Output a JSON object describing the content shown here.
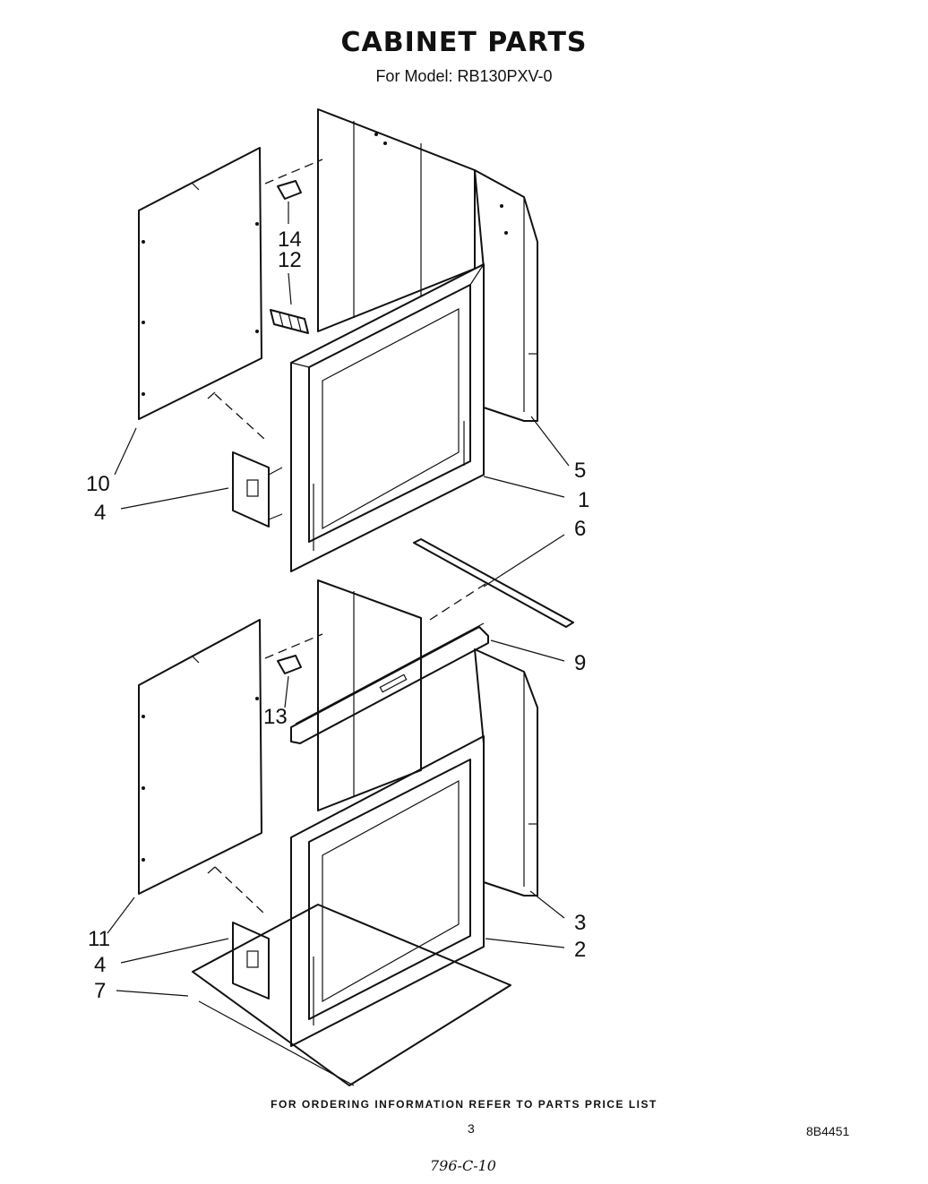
{
  "page": {
    "title": "CABINET PARTS",
    "subtitle": "For Model: RB130PXV-0",
    "footer_note": "FOR ORDERING INFORMATION REFER TO PARTS PRICE LIST",
    "page_number": "3",
    "document_number": "8B4451",
    "handwritten_note": "796-C-10"
  },
  "callouts": {
    "c1": "1",
    "c2": "2",
    "c3": "3",
    "c4_upper": "4",
    "c4_lower": "4",
    "c5": "5",
    "c6": "6",
    "c7": "7",
    "c9": "9",
    "c10": "10",
    "c11": "11",
    "c12": "12",
    "c13": "13",
    "c14": "14"
  }
}
